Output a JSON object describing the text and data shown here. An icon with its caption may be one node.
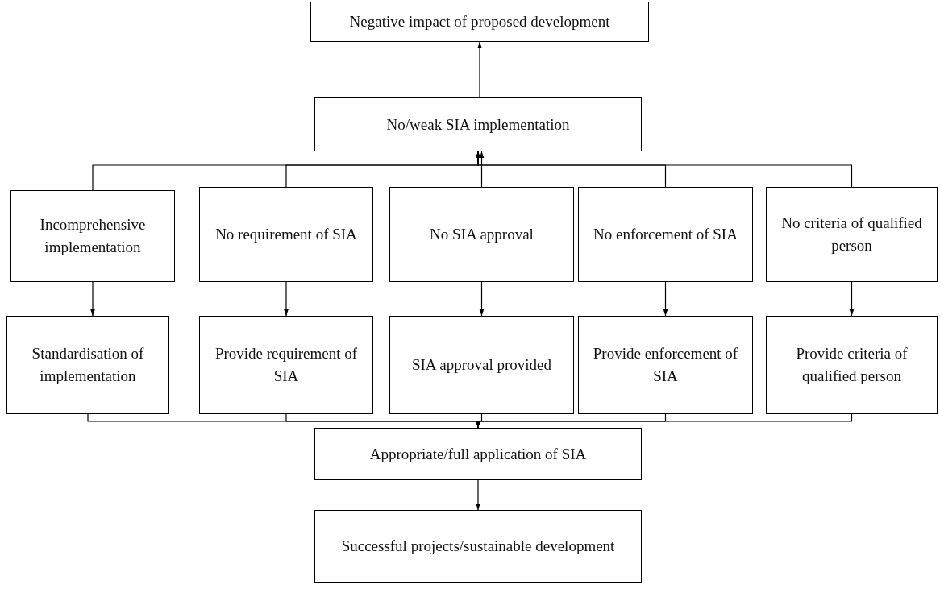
{
  "diagram": {
    "nodes": [
      {
        "text": [
          "Negative impact of proposed development"
        ]
      },
      {
        "text": [
          "No/weak SIA implementation"
        ]
      },
      {
        "text": [
          "Incomprehensive implementation"
        ]
      },
      {
        "text": [
          "No requirement of SIA"
        ]
      },
      {
        "text": [
          "No SIA approval"
        ]
      },
      {
        "text": [
          "No enforcement of SIA"
        ]
      },
      {
        "text": [
          "No criteria of qualified person"
        ]
      },
      {
        "text": [
          "Standardisation of implementation"
        ]
      },
      {
        "text": [
          "Provide requirement of SIA"
        ]
      },
      {
        "text": [
          "SIA approval provided"
        ]
      },
      {
        "text": [
          "Provide enforcement of SIA"
        ]
      },
      {
        "text": [
          "Provide criteria of qualified person"
        ]
      },
      {
        "text": [
          "Appropriate/full application of SIA"
        ]
      },
      {
        "text": [
          "Successful projects/sustainable development"
        ]
      }
    ],
    "edges": [
      {
        "from": 1,
        "to": 0,
        "arrow": "to"
      },
      {
        "from": 2,
        "to": 1,
        "arrow": "to"
      },
      {
        "from": 3,
        "to": 1,
        "arrow": "to"
      },
      {
        "from": 4,
        "to": 1,
        "arrow": "to"
      },
      {
        "from": 5,
        "to": 1,
        "arrow": "to"
      },
      {
        "from": 6,
        "to": 1,
        "arrow": "to"
      },
      {
        "from": 2,
        "to": 7,
        "arrow": "to"
      },
      {
        "from": 3,
        "to": 8,
        "arrow": "to"
      },
      {
        "from": 4,
        "to": 9,
        "arrow": "to"
      },
      {
        "from": 5,
        "to": 10,
        "arrow": "to"
      },
      {
        "from": 6,
        "to": 11,
        "arrow": "to"
      },
      {
        "from": 7,
        "to": 12,
        "arrow": "to"
      },
      {
        "from": 8,
        "to": 12,
        "arrow": "to"
      },
      {
        "from": 9,
        "to": 12,
        "arrow": "to"
      },
      {
        "from": 10,
        "to": 12,
        "arrow": "to"
      },
      {
        "from": 11,
        "to": 12,
        "arrow": "to"
      },
      {
        "from": 12,
        "to": 13,
        "arrow": "to"
      }
    ]
  }
}
